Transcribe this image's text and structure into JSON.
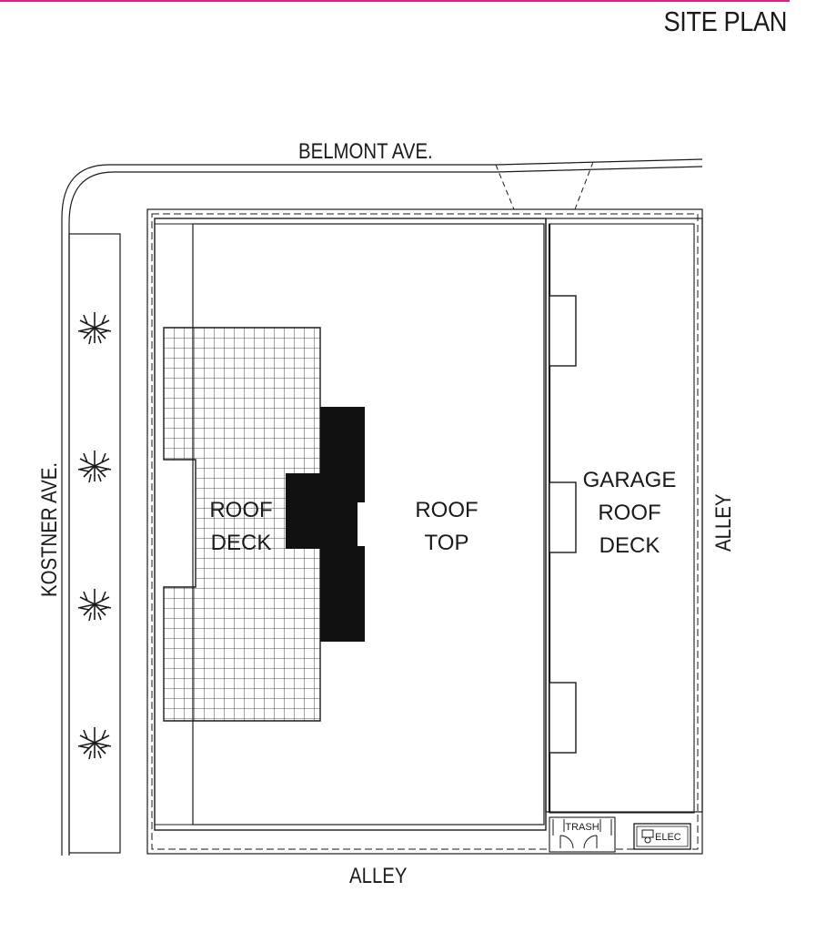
{
  "page": {
    "title": "SITE PLAN",
    "accent_color": "#e0208a"
  },
  "streets": {
    "north": "BELMONT AVE.",
    "west": "KOSTNER AVE.",
    "south": "ALLEY",
    "east": "ALLEY"
  },
  "areas": {
    "roof_deck": [
      "ROOF",
      "DECK"
    ],
    "roof_top": [
      "ROOF",
      "TOP"
    ],
    "garage_roof_deck": [
      "GARAGE",
      "ROOF",
      "DECK"
    ],
    "trash": "TRASH",
    "elec": "ELEC"
  },
  "icons": {
    "tree": "tree-icon"
  },
  "colors": {
    "ink": "#1a1a1a",
    "paper": "#ffffff"
  }
}
